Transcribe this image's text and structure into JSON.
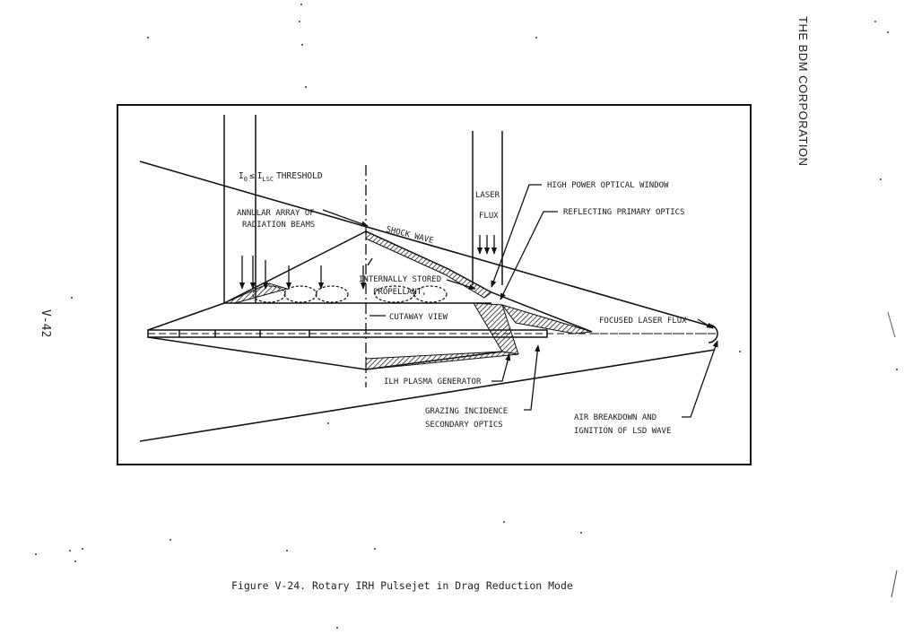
{
  "header": {
    "company": "THE BDM CORPORATION"
  },
  "page_number": "V-42",
  "caption": "Figure V-24.  Rotary IRH Pulsejet in Drag Reduction Mode",
  "diagram": {
    "threshold_i0": "I",
    "threshold_i0_sub": "0",
    "threshold_le": "≤",
    "threshold_ilsc": "I",
    "threshold_ilsc_sub": "LSC",
    "threshold_word": "THRESHOLD",
    "annular_array_line1": "ANNULAR ARRAY OF",
    "annular_array_line2": "RADIATION BEAMS",
    "shock_wave": "SHOCK WAVE",
    "laser_flux_line1": "LASER",
    "laser_flux_line2": "FLUX",
    "high_power_window": "HIGH POWER OPTICAL WINDOW",
    "reflecting_primary": "REFLECTING PRIMARY OPTICS",
    "internally_stored_line1": "INTERNALLY STORED",
    "internally_stored_line2": "PROPELLANT,",
    "cutaway_view": "CUTAWAY VIEW",
    "focused_laser_flux": "FOCUSED LASER FLUX",
    "ilh_plasma": "ILH PLASMA GENERATOR",
    "grazing_line1": "GRAZING INCIDENCE",
    "grazing_line2": "SECONDARY OPTICS",
    "air_breakdown_line1": "AIR BREAKDOWN AND",
    "air_breakdown_line2": "IGNITION OF LSD WAVE"
  }
}
